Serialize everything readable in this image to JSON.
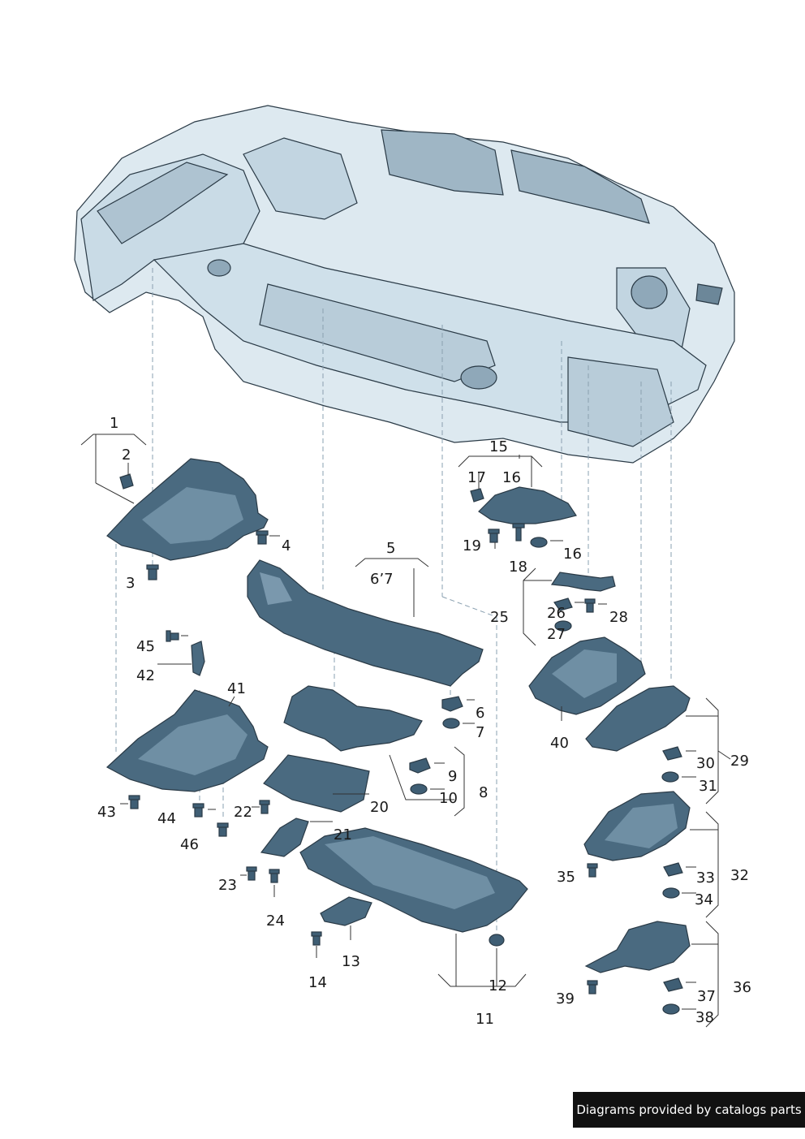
{
  "labels": {
    "l1": "1",
    "l2": "2",
    "l3": "3",
    "l4": "4",
    "l5": "5",
    "l6_7": "6’7",
    "l6": "6",
    "l7": "7",
    "l8": "8",
    "l9": "9",
    "l10": "10",
    "l11": "11",
    "l12": "12",
    "l13": "13",
    "l14": "14",
    "l15": "15",
    "l16a": "16",
    "l16b": "16",
    "l17": "17",
    "l18": "18",
    "l19": "19",
    "l20": "20",
    "l21": "21",
    "l22": "22",
    "l23": "23",
    "l24": "24",
    "l25": "25",
    "l26": "26",
    "l27": "27",
    "l28": "28",
    "l29": "29",
    "l30": "30",
    "l31": "31",
    "l32": "32",
    "l33": "33",
    "l34": "34",
    "l35": "35",
    "l36": "36",
    "l37": "37",
    "l38": "38",
    "l39": "39",
    "l40": "40",
    "l41": "41",
    "l42": "42",
    "l43": "43",
    "l44": "44",
    "l45": "45",
    "l46": "46"
  },
  "credit": "Diagrams provided by catalogs parts",
  "colors": {
    "body_fill": "#dde9f0",
    "part_fill": "#3f5e74",
    "part_light": "#7a98ad",
    "outline": "#2a3a46",
    "leader": "#333333",
    "dash": "#8aa0b0"
  }
}
